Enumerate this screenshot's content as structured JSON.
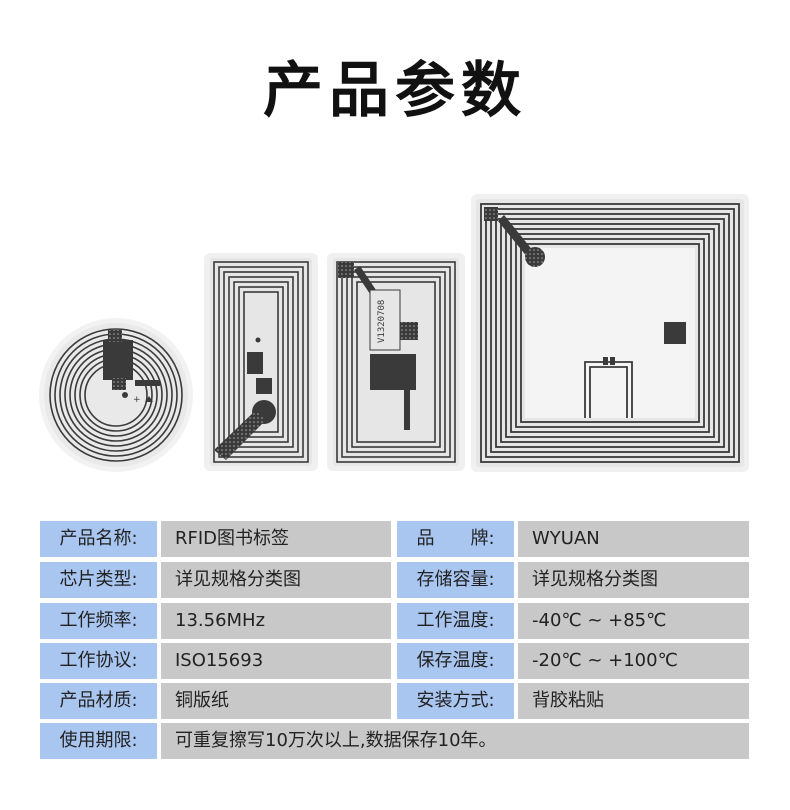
{
  "title": "产品参数",
  "tags": {
    "chip_code": "V1320708"
  },
  "specs": {
    "row1": {
      "label_left": "产品名称:",
      "value_left": "RFID图书标签",
      "label_right": "品　　牌:",
      "value_right": "WYUAN"
    },
    "row2": {
      "label_left": "芯片类型:",
      "value_left": "详见规格分类图",
      "label_right": "存储容量:",
      "value_right": "详见规格分类图"
    },
    "row3": {
      "label_left": "工作频率:",
      "value_left": "13.56MHz",
      "label_right": "工作温度:",
      "value_right": "-40℃ ~ +85℃"
    },
    "row4": {
      "label_left": "工作协议:",
      "value_left": "ISO15693",
      "label_right": "保存温度:",
      "value_right": "-20℃ ~ +100℃"
    },
    "row5": {
      "label_left": "产品材质:",
      "value_left": "铜版纸",
      "label_right": "安装方式:",
      "value_right": "背胶粘贴"
    },
    "row6": {
      "label_left": "使用期限:",
      "value_left": "可重复擦写10万次以上,数据保存10年。"
    }
  },
  "colors": {
    "label_bg": "#a9c6f1",
    "value_bg": "#c8c8c8",
    "antenna": "#3a3a3a"
  }
}
